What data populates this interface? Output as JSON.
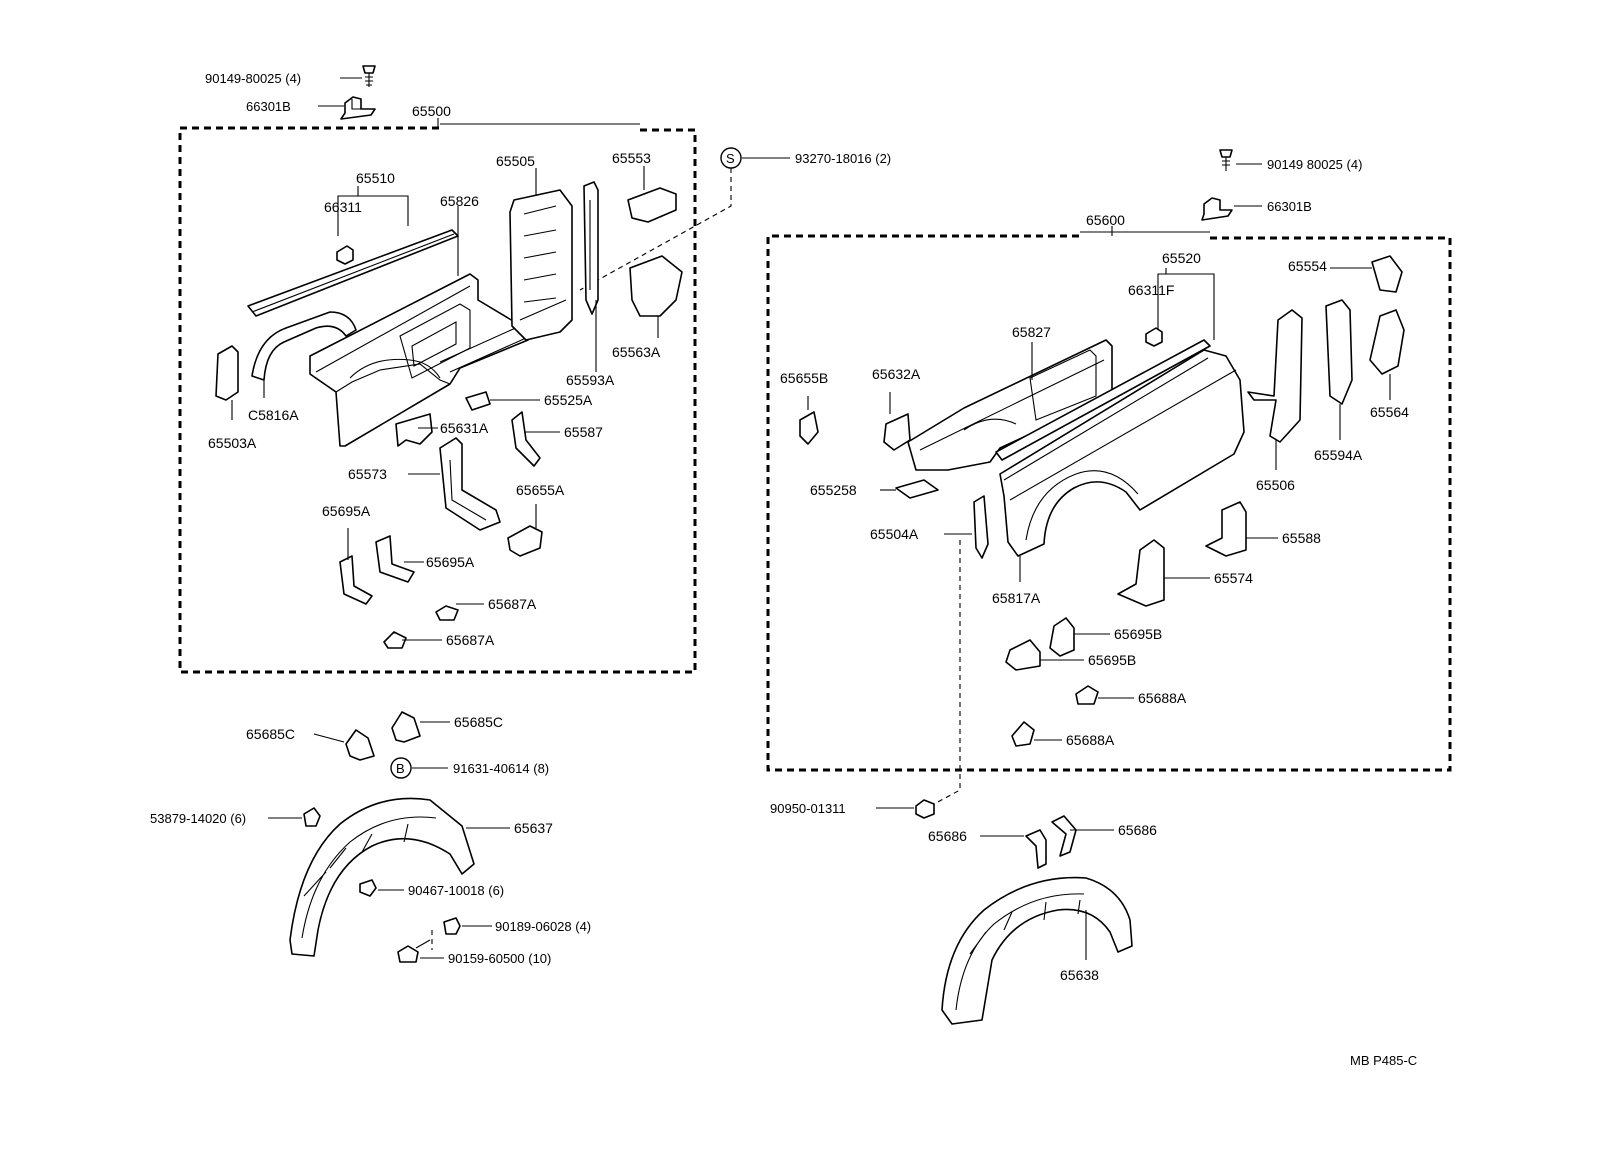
{
  "diagram": {
    "labels": {
      "p90149_l": "90149-80025 (4)",
      "p66301b_l": "66301B",
      "p65500": "65500",
      "p65510": "65510",
      "p66311": "66311",
      "p65826": "65826",
      "p65505": "65505",
      "p65553": "65553",
      "s_code": "93270-18016 (2)",
      "s_mark": "S",
      "p65563a": "65563A",
      "p65593a": "65593A",
      "p65525a": "65525A",
      "p65816a": "C5816A",
      "p65503a": "65503A",
      "p65631a": "65631A",
      "p65587": "65587",
      "p65573": "65573",
      "p65655a": "65655A",
      "p65695a_1": "65695A",
      "p65695a_2": "65695A",
      "p65687a_1": "65687A",
      "p65687a_2": "65687A",
      "p65685c_1": "65685C",
      "p65685c_2": "65685C",
      "b_mark": "B",
      "b_code": "91631-40614 (8)",
      "p53879": "53879-14020 (6)",
      "p65637": "65637",
      "p90467": "90467-10018 (6)",
      "p90189": "90189-06028 (4)",
      "p90159": "90159-60500 (10)",
      "p90149_r": "90149 80025 (4)",
      "p66301b_r": "66301B",
      "p65600": "65600",
      "p65520": "65520",
      "p66311f": "66311F",
      "p65554": "65554",
      "p65827": "65827",
      "p65655b": "65655B",
      "p65632a": "65632A",
      "p65525b": "655258",
      "p65504a": "65504A",
      "p65817a": "65817A",
      "p65506": "65506",
      "p65594a": "65594A",
      "p65564": "65564",
      "p65588": "65588",
      "p65574": "65574",
      "p65695b_1": "65695B",
      "p65695b_2": "65695B",
      "p65688a_1": "65688A",
      "p65688a_2": "65688A",
      "p90950": "90950-01311",
      "p65686_1": "65686",
      "p65686_2": "65686",
      "p65638": "65638",
      "ref_code": "MB P485-C"
    }
  }
}
